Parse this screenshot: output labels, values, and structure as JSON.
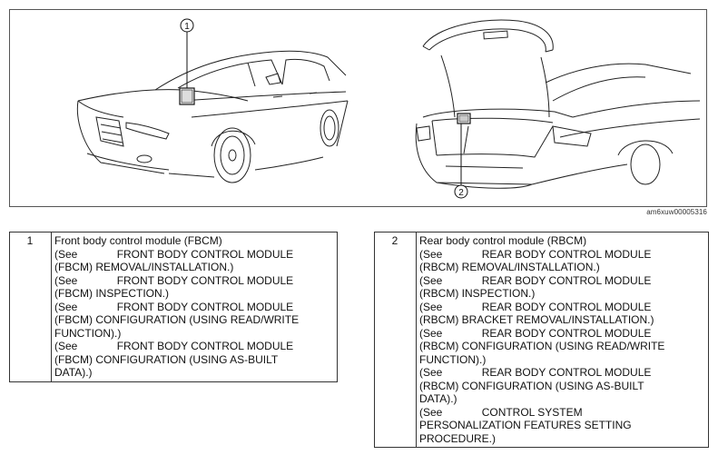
{
  "figure": {
    "callouts": [
      "1",
      "2"
    ],
    "figure_code": "am6xuw00005316"
  },
  "table_left": {
    "number": "1",
    "lines": [
      "Front body control module (FBCM)",
      "(See             FRONT BODY CONTROL MODULE",
      "(FBCM) REMOVAL/INSTALLATION.)",
      "(See             FRONT BODY CONTROL MODULE",
      "(FBCM) INSPECTION.)",
      "(See             FRONT BODY CONTROL MODULE",
      "(FBCM) CONFIGURATION (USING READ/WRITE",
      "FUNCTION).)",
      "(See             FRONT BODY CONTROL MODULE",
      "(FBCM) CONFIGURATION (USING AS-BUILT",
      "DATA).)"
    ]
  },
  "table_right": {
    "number": "2",
    "lines": [
      "Rear body control module (RBCM)",
      "(See             REAR BODY CONTROL MODULE",
      "(RBCM) REMOVAL/INSTALLATION.)",
      "(See             REAR BODY CONTROL MODULE",
      "(RBCM) INSPECTION.)",
      "(See             REAR BODY CONTROL MODULE",
      "(RBCM) BRACKET REMOVAL/INSTALLATION.)",
      "(See             REAR BODY CONTROL MODULE",
      "(RBCM) CONFIGURATION (USING READ/WRITE",
      "FUNCTION).)",
      "(See             REAR BODY CONTROL MODULE",
      "(RBCM) CONFIGURATION (USING AS-BUILT",
      "DATA).)",
      "(See             CONTROL SYSTEM",
      "PERSONALIZATION FEATURES SETTING",
      "PROCEDURE.)"
    ]
  }
}
